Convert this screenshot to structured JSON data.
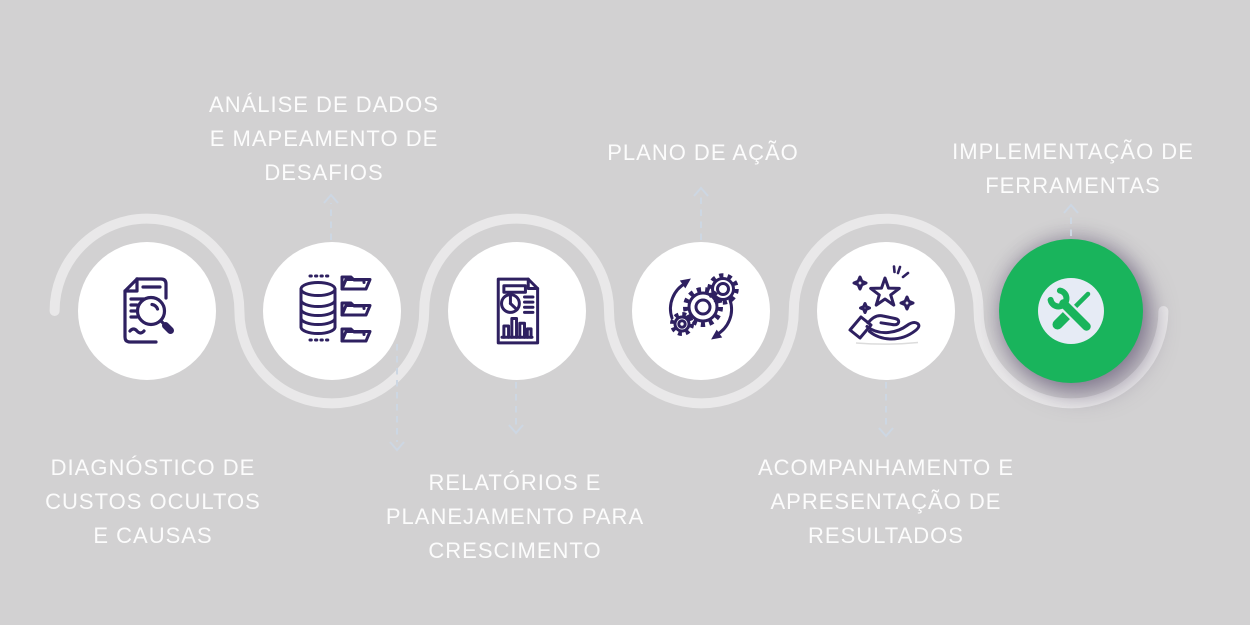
{
  "colors": {
    "background": "#d2d1d2",
    "accent_green": "#19b45c",
    "icon_stroke": "#2e2060",
    "label_text": "#f5f5f7",
    "wave_line": "#e6e5e7",
    "dashed_arrow": "#cdd7e3",
    "accent_inner_circle": "#e6ebf5"
  },
  "steps": [
    {
      "id": 1,
      "lines": [
        "DIAGNÓSTICO DE",
        "CUSTOS OCULTOS",
        "E CAUSAS"
      ],
      "label_position": "below",
      "icon": "document-search-icon",
      "highlighted": false,
      "arrow": "none"
    },
    {
      "id": 2,
      "lines": [
        "ANÁLISE DE DADOS",
        "E MAPEAMENTO DE",
        "DESAFIOS"
      ],
      "label_position": "above",
      "icon": "database-folders-icon",
      "highlighted": false,
      "arrow": "up"
    },
    {
      "id": 3,
      "lines": [
        "RELATÓRIOS E",
        "PLANEJAMENTO PARA",
        "CRESCIMENTO"
      ],
      "label_position": "below",
      "icon": "report-chart-icon",
      "highlighted": false,
      "arrow": "down"
    },
    {
      "id": 4,
      "lines": [
        "PLANO DE AÇÃO"
      ],
      "label_position": "above",
      "icon": "process-gears-icon",
      "highlighted": false,
      "arrow": "up"
    },
    {
      "id": 5,
      "lines": [
        "ACOMPANHAMENTO E",
        "APRESENTAÇÃO DE",
        "RESULTADOS"
      ],
      "label_position": "below",
      "icon": "hand-star-icon",
      "highlighted": false,
      "arrow": "down"
    },
    {
      "id": 6,
      "lines": [
        "IMPLEMENTAÇÃO DE",
        "FERRAMENTAS"
      ],
      "label_position": "above",
      "icon": "tools-icon",
      "highlighted": true,
      "arrow": "up"
    }
  ]
}
